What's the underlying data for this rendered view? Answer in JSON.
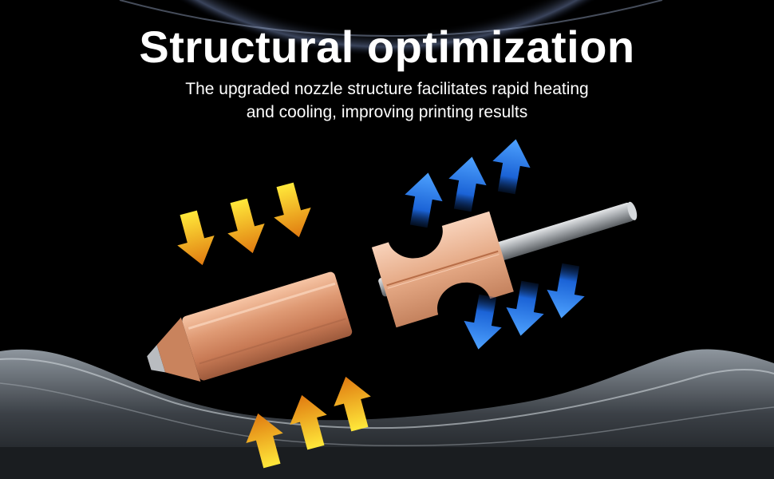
{
  "headline": "Structural optimization",
  "subheadline": {
    "line1": "The upgraded nozzle structure facilitates rapid heating",
    "line2": "and cooling, improving printing results"
  },
  "colors": {
    "background": "#000000",
    "text": "#ffffff",
    "copper": "#d9916a",
    "heat_arrow": "#f2b51c",
    "cool_arrow": "#1f6fe0"
  },
  "icons": [
    "heat-flow-arrow-icon",
    "cooling-flow-arrow-icon"
  ]
}
